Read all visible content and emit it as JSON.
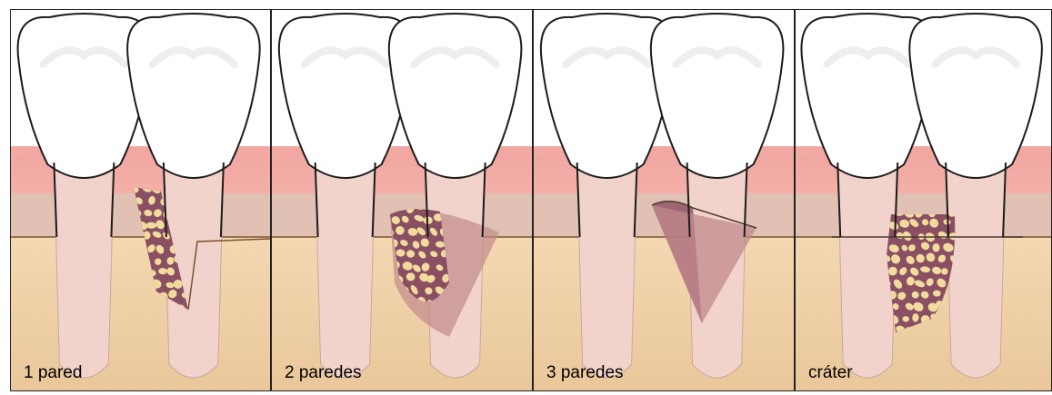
{
  "panels": [
    {
      "label": "1 pared",
      "defect": "one-wall"
    },
    {
      "label": "2 paredes",
      "defect": "two-wall"
    },
    {
      "label": "3 paredes",
      "defect": "three-wall"
    },
    {
      "label": "cráter",
      "defect": "crater"
    }
  ],
  "colors": {
    "gum": "#f1a5a0",
    "gum_light": "#f8d2c4",
    "bone_top": "#f4d8b2",
    "bone_bottom": "#e9c79a",
    "tissue": "#e0c1b4",
    "root": "#f2d3cb",
    "crown_fill": "#ffffff",
    "outline": "#1c1c1c",
    "crest_line": "#7a5230",
    "defect": "#8b4f64",
    "porous_fill": "#f1dc9e",
    "defect_shadow": "#c28a8c"
  }
}
